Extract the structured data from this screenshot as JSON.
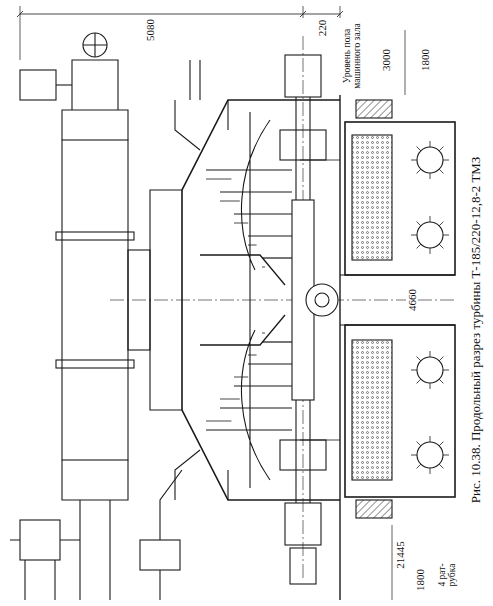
{
  "diagram": {
    "caption": "Рис. 10.38. Продольный разрез турбины Т-185/220-12,8-2 ТМЗ",
    "labels": [
      "5080",
      "220",
      "Уровень пола машинного зала",
      "3000",
      "1800",
      "4660",
      "21445",
      "1800",
      "4 рат- рубка"
    ]
  }
}
